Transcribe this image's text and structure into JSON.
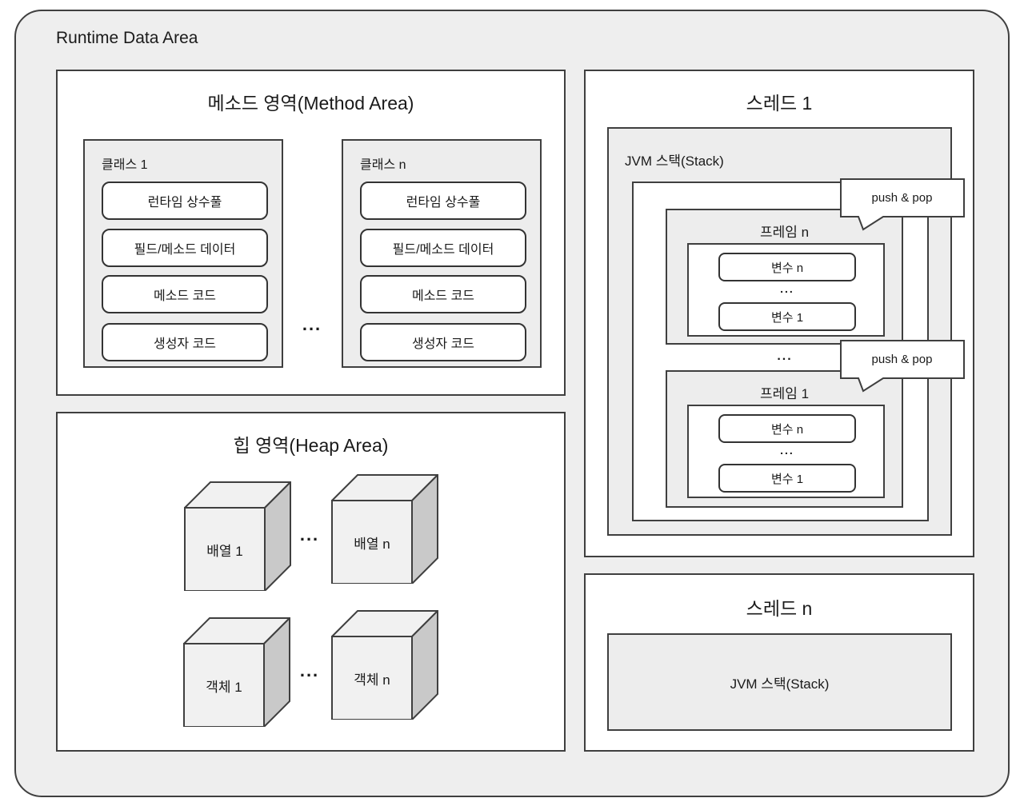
{
  "runtime": {
    "title": "Runtime Data Area"
  },
  "method_area": {
    "title": "메소드 영역(Method Area)",
    "ellipsis": "...",
    "classes": [
      {
        "label": "클래스 1",
        "items": [
          "런타임 상수풀",
          "필드/메소드 데이터",
          "메소드 코드",
          "생성자 코드"
        ]
      },
      {
        "label": "클래스 n",
        "items": [
          "런타임 상수풀",
          "필드/메소드 데이터",
          "메소드 코드",
          "생성자 코드"
        ]
      }
    ]
  },
  "heap_area": {
    "title": "힙 영역(Heap Area)",
    "ellipsis": "...",
    "cubes": [
      {
        "label": "배열 1"
      },
      {
        "label": "배열 n"
      },
      {
        "label": "객체 1"
      },
      {
        "label": "객체 n"
      }
    ]
  },
  "thread1": {
    "title": "스레드 1",
    "stack_label": "JVM 스택(Stack)",
    "frames_ellipsis": "...",
    "frames": [
      {
        "label": "프레임 n",
        "ellipsis": "...",
        "vars": [
          "변수 n",
          "변수 1"
        ]
      },
      {
        "label": "프레임 1",
        "ellipsis": "...",
        "vars": [
          "변수 n",
          "변수 1"
        ]
      }
    ],
    "bubbles": [
      "push & pop",
      "push & pop"
    ]
  },
  "thread_n": {
    "title": "스레드 n",
    "stack_label": "JVM 스택(Stack)"
  },
  "colors": {
    "canvas_background": "#eeeeee",
    "panel_background": "#ffffff",
    "inner_box_background": "#ededed",
    "border": "#3f3f3f",
    "cube_side": "#c9c9c9",
    "cube_face": "#f1f1f1"
  }
}
